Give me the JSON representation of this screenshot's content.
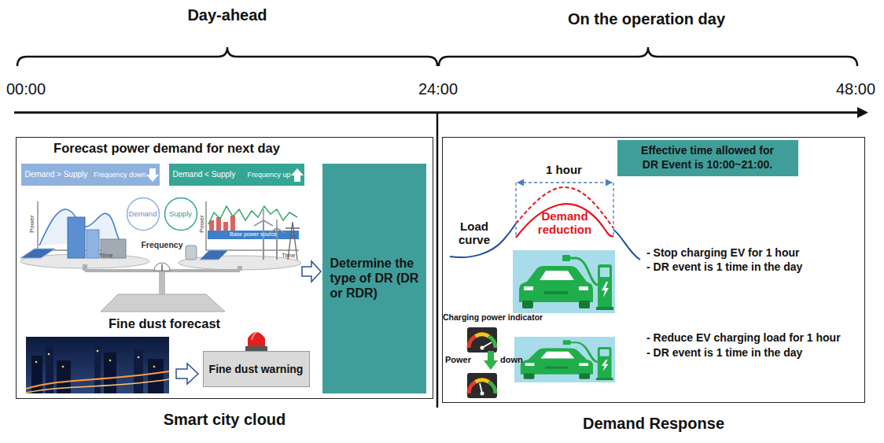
{
  "diagram": {
    "nodes": [
      {
        "text": [
          "Smart city cloud"
        ]
      },
      {
        "text": [
          "Demand > Supply",
          "Frequency down"
        ],
        "in": 0
      },
      {
        "text": [
          "Demand < Supply",
          "Frequency up"
        ],
        "in": 0
      },
      {
        "text": [
          "Demand"
        ],
        "in": 0
      },
      {
        "text": [
          "Supply"
        ],
        "in": 0
      },
      {
        "text": [
          "Fine dust warning"
        ],
        "in": 0
      },
      {
        "text": [
          "Determine the type of DR (DR or RDR)"
        ],
        "in": 0
      },
      {
        "text": [
          "Demand Response"
        ]
      },
      {
        "text": [
          "Effective time allowed for DR Event is 10:00~21:00."
        ],
        "in": 7
      }
    ],
    "labels": [
      "Day-ahead",
      "On the operation day",
      "00:00",
      "24:00",
      "48:00",
      "Forecast power demand for next day",
      "Power",
      "Time",
      "Power",
      "Time",
      "Base power source",
      "Frequency",
      "Fine dust forecast",
      "1 hour",
      "Load curve",
      "Demand reduction",
      "- Stop charging EV for 1 hour",
      "- DR event is 1 time in the day",
      "Charging power indicator",
      "Power",
      "down",
      "- Reduce EV charging load for 1 hour",
      "- DR event is 1 time in the day"
    ]
  }
}
